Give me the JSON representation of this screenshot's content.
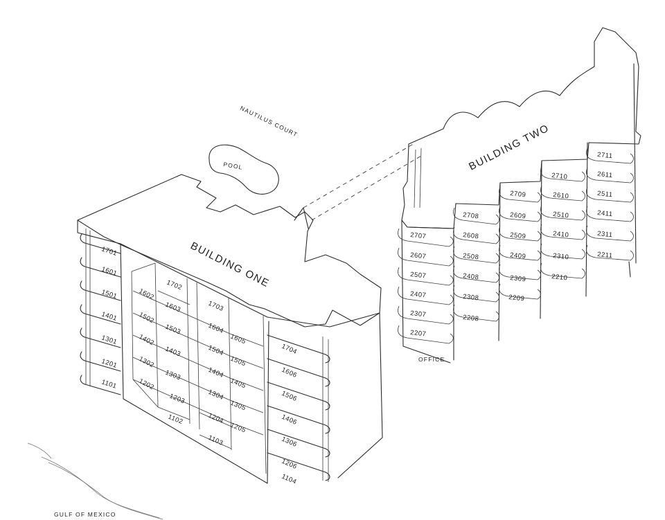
{
  "labels": {
    "building_one": "BUILDING ONE",
    "building_two": "BUILDING TWO",
    "pool": "POOL",
    "street": "NAUTILUS COURT",
    "office": "OFFICE",
    "water": "GULF OF MEXICO"
  },
  "building_one_units": {
    "left_stack": [
      "1701",
      "1601",
      "1501",
      "1401",
      "1301",
      "1201",
      "1101"
    ],
    "center_left": [
      "1602",
      "1502",
      "1402",
      "1302",
      "1202"
    ],
    "center_mid": [
      "1702",
      "1603",
      "1503",
      "1403",
      "1303",
      "1203",
      "1102"
    ],
    "center_right": [
      "1703",
      "1604",
      "1504",
      "1404",
      "1304",
      "1204",
      "1103"
    ],
    "center_far": [
      "1605",
      "1505",
      "1405",
      "1305",
      "1205"
    ],
    "right_stack": [
      "1704",
      "1606",
      "1506",
      "1406",
      "1306",
      "1206",
      "1104"
    ]
  },
  "building_two_units": {
    "col_07": [
      "2707",
      "2607",
      "2507",
      "2407",
      "2307",
      "2207"
    ],
    "col_08": [
      "2708",
      "2608",
      "2508",
      "2408",
      "2308",
      "2208"
    ],
    "col_09": [
      "2709",
      "2609",
      "2509",
      "2409",
      "2309",
      "2209"
    ],
    "col_10": [
      "2710",
      "2610",
      "2510",
      "2410",
      "2310",
      "2210"
    ],
    "col_11": [
      "2711",
      "2611",
      "2511",
      "2411",
      "2311",
      "2211"
    ]
  }
}
